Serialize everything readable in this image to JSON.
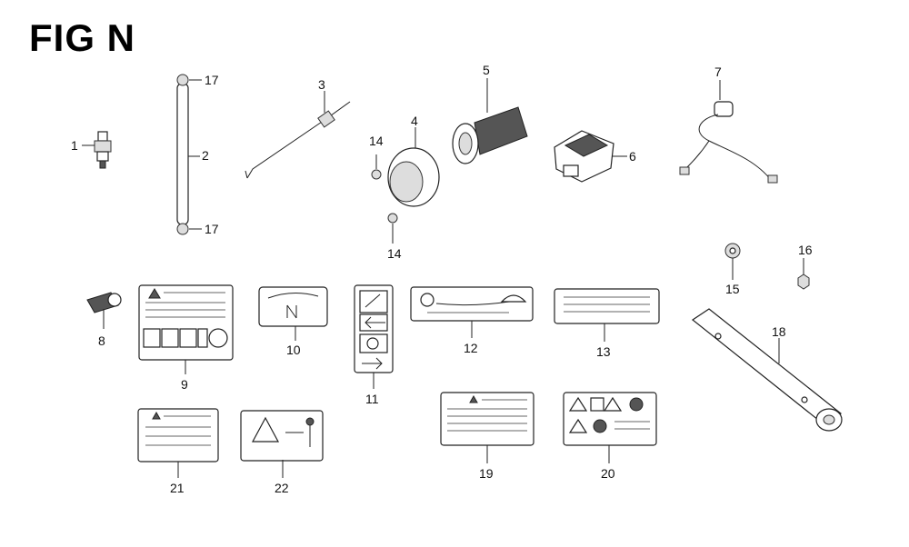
{
  "figure": {
    "title": "FIG N"
  },
  "callouts": {
    "c1": "1",
    "c2": "2",
    "c3": "3",
    "c4": "4",
    "c5": "5",
    "c6": "6",
    "c7": "7",
    "c8": "8",
    "c9": "9",
    "c10": "10",
    "c11": "11",
    "c12": "12",
    "c13": "13",
    "c14a": "14",
    "c14b": "14",
    "c15": "15",
    "c16": "16",
    "c17a": "17",
    "c17b": "17",
    "c18": "18",
    "c19": "19",
    "c20": "20",
    "c21": "21",
    "c22": "22"
  }
}
